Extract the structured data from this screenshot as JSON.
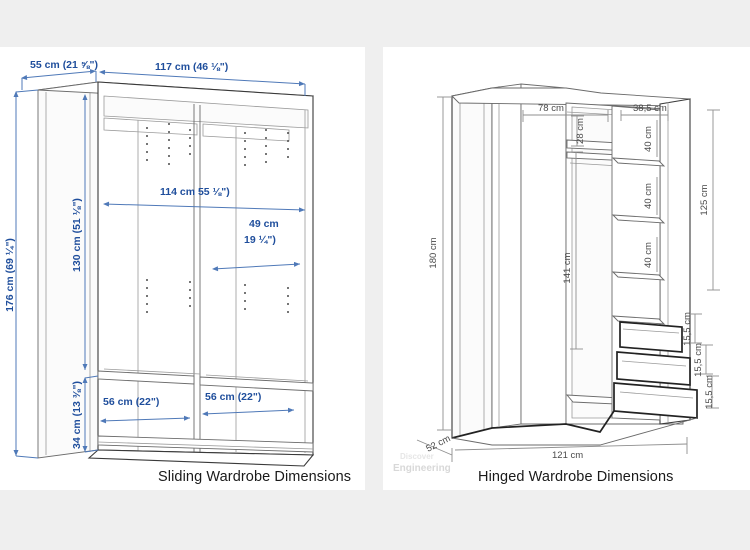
{
  "page": {
    "background_color": "#efefef",
    "panel_color": "#ffffff"
  },
  "left_diagram": {
    "caption": "Sliding Wardrobe Dimensions",
    "accent_color": "#1f4e9c",
    "dimensions": {
      "depth_top": "55 cm (21 ⅝\")",
      "width_top": "117 cm (46 ⅛\")",
      "inner_width": "114 cm 55 ⅛\")",
      "hang_height": "130 cm (51 ⅛\")",
      "total_height": "176 cm (69 ¼\")",
      "shelf_width": "49 cm",
      "shelf_width_in": "19 ¼\")",
      "base_height": "34 cm (13 ⅜\")",
      "bay_left": "56 cm (22\")",
      "bay_right": "56 cm (22\")"
    }
  },
  "right_diagram": {
    "caption": "Hinged Wardrobe Dimensions",
    "accent_color": "#4a4a4a",
    "watermark": "Engineering",
    "watermark_sub": "Discover",
    "dimensions": {
      "shelf_width_main": "78 cm",
      "shelf_gap": "28 cm",
      "shelf_width_side": "38,5 cm",
      "side_shelf_1": "40 cm",
      "side_shelf_2": "40 cm",
      "side_shelf_3": "40 cm",
      "total_height": "180 cm",
      "hang_height": "141 cm",
      "column_height": "125 cm",
      "drawer_1": "15,5 cm",
      "drawer_2": "15,5 cm",
      "drawer_3": "15,5 cm",
      "depth": "52 cm",
      "width": "121 cm"
    }
  }
}
